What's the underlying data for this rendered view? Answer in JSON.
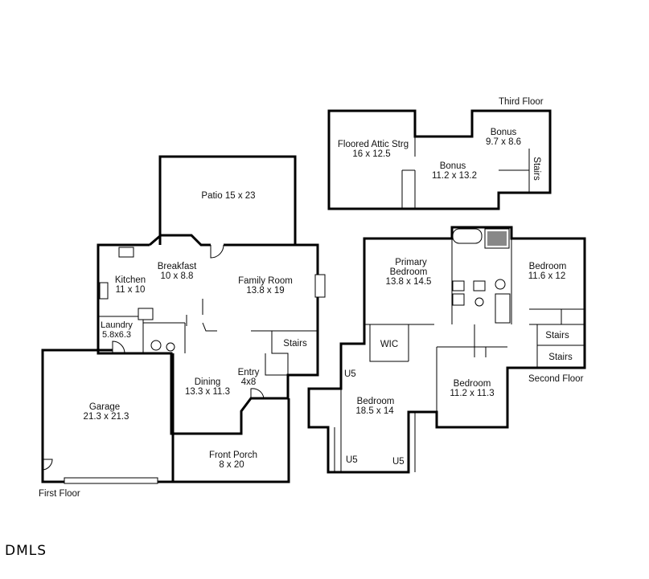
{
  "floors": {
    "first": "First Floor",
    "second": "Second Floor",
    "third": "Third Floor"
  },
  "rooms": {
    "patio": "Patio 15 x 23",
    "breakfast": {
      "name": "Breakfast",
      "size": "10 x 8.8"
    },
    "kitchen": {
      "name": "Kitchen",
      "size": "11 x 10"
    },
    "family_room": {
      "name": "Family Room",
      "size": "13.8 x 19"
    },
    "laundry": {
      "name": "Laundry",
      "size": "5.8x6.3"
    },
    "stairs_first": "Stairs",
    "entry": {
      "name": "Entry",
      "size": "4x8"
    },
    "dining": {
      "name": "Dining",
      "size": "13.3 x 11.3"
    },
    "garage": {
      "name": "Garage",
      "size": "21.3 x 21.3"
    },
    "front_porch": {
      "name": "Front Porch",
      "size": "8 x 20"
    },
    "attic": {
      "name": "Floored Attic Strg",
      "size": "16 x 12.5"
    },
    "bonus_a": {
      "name": "Bonus",
      "size": "9.7 x 8.6"
    },
    "bonus_b": {
      "name": "Bonus",
      "size": "11.2 x 13.2"
    },
    "stairs_third": "Stairs",
    "primary": {
      "name": "Primary",
      "name2": "Bedroom",
      "size": "13.8 x 14.5"
    },
    "bedroom_ne": {
      "name": "Bedroom",
      "size": "11.6 x 12"
    },
    "wic": "WIC",
    "stairs_second_a": "Stairs",
    "stairs_second_b": "Stairs",
    "bedroom_mid": {
      "name": "Bedroom",
      "size": "11.2 x 11.3"
    },
    "bedroom_sw": {
      "name": "Bedroom",
      "size": "18.5 x 14"
    },
    "u5_a": "U5",
    "u5_b": "U5",
    "u5_c": "U5"
  },
  "watermark": "DMLS"
}
